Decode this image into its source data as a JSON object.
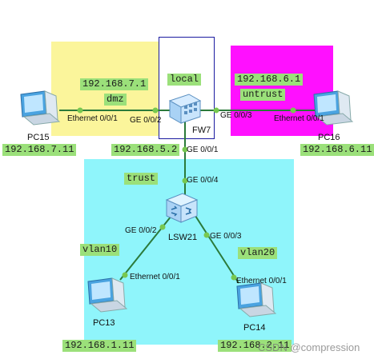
{
  "colors": {
    "dmz_zone": "#fbf59b",
    "untrust_zone": "#ff10ff",
    "trust_zone": "#8ff5fb",
    "local_border": "#1a1aa0",
    "link": "#2b7a3a",
    "port_dot": "#78c850",
    "tag_bg": "#9be07a"
  },
  "zones": {
    "dmz": "dmz",
    "local": "local",
    "untrust": "untrust",
    "trust": "trust"
  },
  "devices": {
    "pc15": {
      "label": "PC15",
      "ip": "192.168.7.11",
      "icon": "pc-icon"
    },
    "pc16": {
      "label": "PC16",
      "ip": "192.168.6.11",
      "icon": "pc-icon"
    },
    "pc13": {
      "label": "PC13",
      "ip": "192.168.1.11",
      "icon": "pc-icon"
    },
    "pc14": {
      "label": "PC14",
      "ip": "192.168.2.11",
      "icon": "pc-icon"
    },
    "fw7": {
      "label": "FW7",
      "icon": "firewall-icon"
    },
    "lsw21": {
      "label": "LSW21",
      "icon": "switch-icon"
    }
  },
  "gateways": {
    "dmz": "192.168.7.1",
    "untrust": "192.168.6.1",
    "trust": "192.168.5.2"
  },
  "vlans": {
    "left": "vlan10",
    "right": "vlan20"
  },
  "ports": {
    "pc15_eth": "Ethernet 0/0/1",
    "fw_ge002": "GE 0/0/2",
    "fw_ge003": "GE 0/0/3",
    "pc16_eth": "Ethernet 0/0/1",
    "fw_ge001": "GE 0/0/1",
    "lsw_ge004": "GE 0/0/4",
    "lsw_ge002": "GE 0/0/2",
    "lsw_ge003": "GE 0/0/3",
    "pc13_eth": "Ethernet 0/0/1",
    "pc14_eth": "Ethernet 0/0/1"
  },
  "watermark": "CSDN @compression"
}
